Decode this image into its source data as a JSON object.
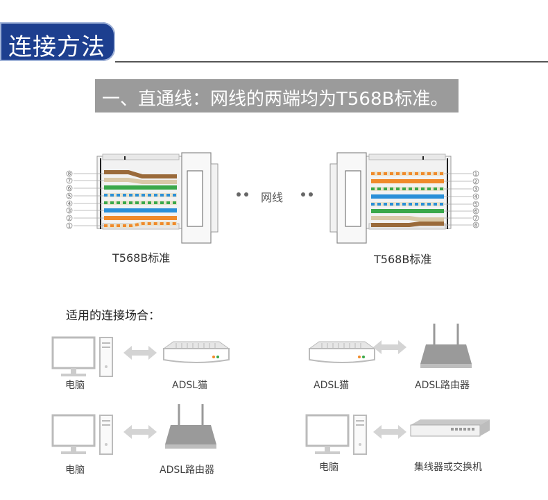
{
  "header": {
    "title": "连接方法"
  },
  "banner": {
    "text": "一、直通线：网线的两端均为T568B标准。"
  },
  "diagram": {
    "left_standard": "T568B标准",
    "right_standard": "T568B标准",
    "cable_label": "网线",
    "left_pin_numbers": [
      "8",
      "7",
      "6",
      "5",
      "4",
      "3",
      "2",
      "1"
    ],
    "right_pin_numbers": [
      "1",
      "2",
      "3",
      "4",
      "5",
      "6",
      "7",
      "8"
    ],
    "wire_colors": {
      "orange": "#f08a2a",
      "green": "#3aa84a",
      "blue": "#2a8fd8",
      "brown": "#9a6a3a",
      "white": "#f4f0e6"
    }
  },
  "scenarios": {
    "title": "适用的连接场合：",
    "s1_left": "电脑",
    "s1_right": "ADSL猫",
    "s2_left": "ADSL猫",
    "s2_right": "ADSL路由器",
    "s3_left": "电脑",
    "s3_right": "ADSL路由器",
    "s4_left": "电脑",
    "s4_right": "集线器或交换机"
  }
}
